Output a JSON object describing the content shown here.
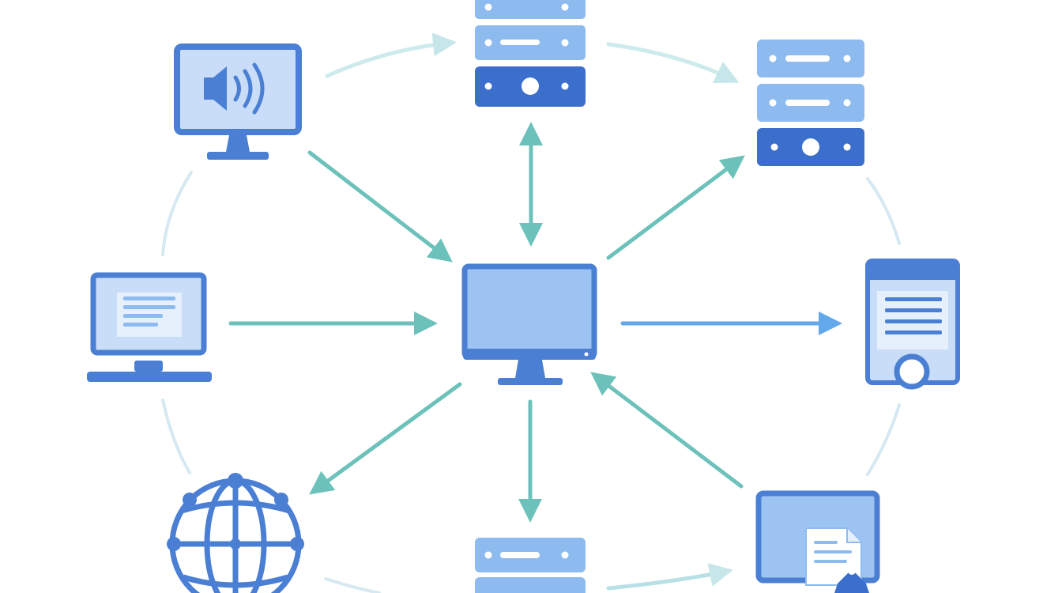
{
  "diagram": {
    "type": "network-hub",
    "colors": {
      "primary": "#4a7fd4",
      "primary_dark": "#3b6fcb",
      "screen": "#c9ddf8",
      "screen_mid": "#9cc3f2",
      "paper": "#e6f0fc",
      "rack_light": "#8dbbf0",
      "arrow_teal": "#6cc2ba",
      "arrow_blue": "#62a8ea",
      "ring_light": "#d3e6f2",
      "white": "#ffffff"
    },
    "nodes": [
      {
        "name": "central-monitor",
        "icon": "desktop-monitor-icon"
      },
      {
        "name": "server-rack-top",
        "icon": "server-rack-icon"
      },
      {
        "name": "server-rack-right",
        "icon": "server-rack-icon"
      },
      {
        "name": "media-monitor",
        "icon": "speaker-monitor-icon"
      },
      {
        "name": "laptop",
        "icon": "laptop-icon"
      },
      {
        "name": "document-device",
        "icon": "document-device-icon"
      },
      {
        "name": "globe",
        "icon": "globe-network-icon"
      },
      {
        "name": "server-rack-bottom",
        "icon": "server-rack-icon"
      },
      {
        "name": "edit-monitor",
        "icon": "document-edit-monitor-icon"
      }
    ],
    "edges": [
      {
        "from": "media-monitor",
        "to": "central-monitor",
        "direction": "forward"
      },
      {
        "from": "server-rack-top",
        "to": "central-monitor",
        "direction": "both"
      },
      {
        "from": "central-monitor",
        "to": "server-rack-right",
        "direction": "forward"
      },
      {
        "from": "laptop",
        "to": "central-monitor",
        "direction": "forward"
      },
      {
        "from": "central-monitor",
        "to": "document-device",
        "direction": "forward"
      },
      {
        "from": "central-monitor",
        "to": "globe",
        "direction": "forward"
      },
      {
        "from": "central-monitor",
        "to": "server-rack-bottom",
        "direction": "forward"
      },
      {
        "from": "edit-monitor",
        "to": "central-monitor",
        "direction": "forward"
      },
      {
        "from": "media-monitor",
        "to": "server-rack-top",
        "direction": "forward",
        "style": "faded"
      },
      {
        "from": "server-rack-top",
        "to": "server-rack-right",
        "direction": "forward",
        "style": "faded"
      },
      {
        "from": "server-rack-bottom",
        "to": "edit-monitor",
        "direction": "forward",
        "style": "faded"
      }
    ]
  }
}
